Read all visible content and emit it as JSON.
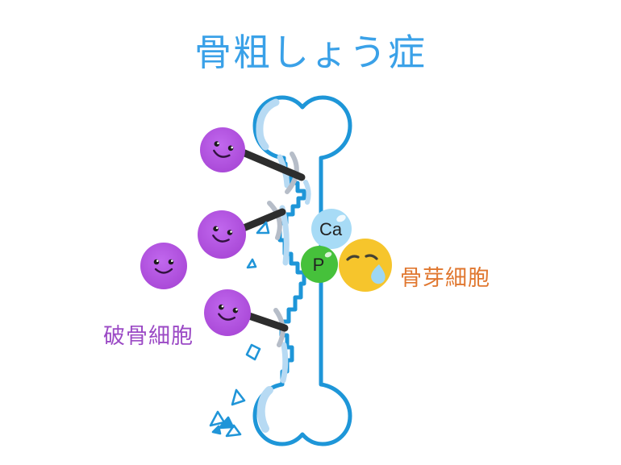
{
  "title": {
    "text": "骨粗しょう症"
  },
  "labels": {
    "osteoclast": "破骨細胞",
    "osteoblast": "骨芽細胞"
  },
  "minerals": {
    "calcium": "Ca",
    "phosphorus": "P"
  },
  "scene": {
    "osteoclast_count": 4,
    "pickaxe_count": 3,
    "bone_fragment_count": 8
  },
  "icons": {
    "pickaxe-icon": "⛏",
    "tear-icon": "💧",
    "smiley-face-icon": "☺",
    "sad-face-icon": "☹"
  },
  "colors": {
    "background": "#ffffff",
    "title_blue": "#3aa1e8",
    "bone_outline": "#1e96d8",
    "bone_highlight": "#b7daf3",
    "osteoclast_cell": "#b254e2",
    "osteoclast_label": "#9b4ac5",
    "osteoblast_label": "#e0772f",
    "calcium_ball": "#a7dbf6",
    "phosphorus_ball": "#46c13b",
    "osteoblast_face": "#f6c52c",
    "tear": "#9ed7f3",
    "pick_handle": "#2d2d2d",
    "pick_blade": "#b6bdc8",
    "fragment_blue": "#2095d8"
  }
}
